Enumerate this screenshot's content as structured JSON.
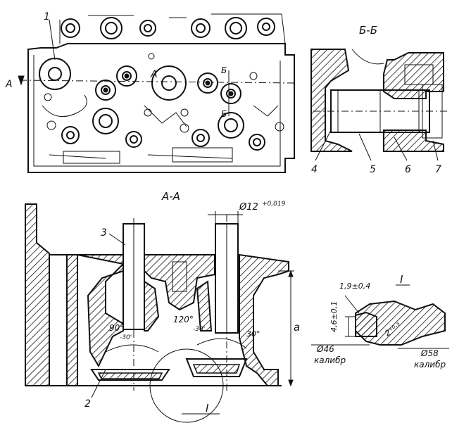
{
  "diagram": {
    "section_label_aa": "А-А",
    "section_label_bb": "Б-Б",
    "section_marker_a": "А",
    "section_marker_b": "Б",
    "detail_label": "I",
    "callouts": [
      "1",
      "2",
      "3",
      "4",
      "5",
      "6",
      "7"
    ],
    "dimensions": {
      "bore": "Ø12",
      "bore_tolerance": "+0,019",
      "angle_left": "90°",
      "angle_left_tol": "-30'",
      "angle_mid": "120°",
      "angle_mid_tol": "-30'",
      "angle_right": "30°",
      "height": "a",
      "detail_width": "1,9±0,4",
      "detail_height": "4,6±0,1",
      "detail_radius": "2⁺⁰·⁵",
      "gauge_left": "Ø46",
      "gauge_right": "Ø58",
      "gauge_word": "калибр"
    },
    "colors": {
      "ink": "#111111",
      "paper": "#ffffff"
    }
  }
}
